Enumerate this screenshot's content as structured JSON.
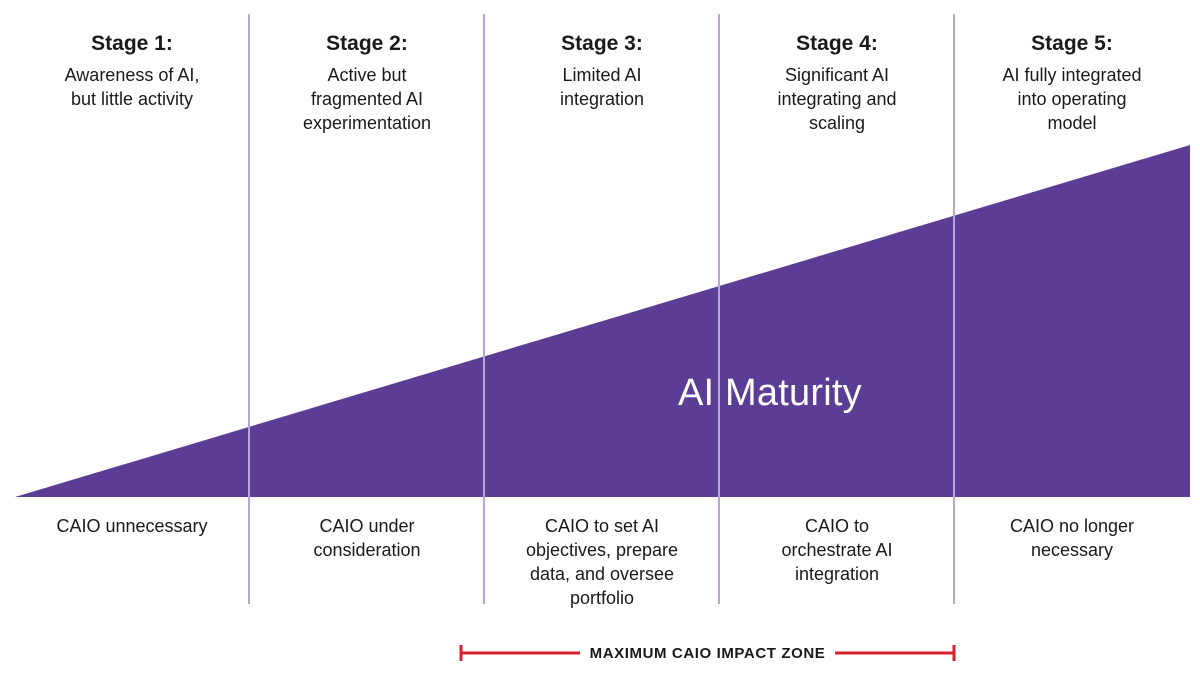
{
  "colors": {
    "maturity_fill": "#5c3d96",
    "divider": "#b6a6d8",
    "zone_line": "#d91f2c",
    "text": "#1a1a1a"
  },
  "stages": [
    {
      "title": "Stage 1:",
      "desc": [
        "Awareness of AI,",
        "but little activity"
      ],
      "caio": [
        "CAIO unnecessary"
      ]
    },
    {
      "title": "Stage 2:",
      "desc": [
        "Active but",
        "fragmented AI",
        "experimentation"
      ],
      "caio": [
        "CAIO under",
        "consideration"
      ]
    },
    {
      "title": "Stage 3:",
      "desc": [
        "Limited AI",
        "integration"
      ],
      "caio": [
        "CAIO to set AI",
        "objectives, prepare",
        "data, and oversee",
        "portfolio"
      ]
    },
    {
      "title": "Stage 4:",
      "desc": [
        "Significant AI",
        "integrating and",
        "scaling"
      ],
      "caio": [
        "CAIO to",
        "orchestrate AI",
        "integration"
      ]
    },
    {
      "title": "Stage 5:",
      "desc": [
        "AI fully integrated",
        "into operating",
        "model"
      ],
      "caio": [
        "CAIO no longer",
        "necessary"
      ]
    }
  ],
  "maturity_label": "AI Maturity",
  "impact_zone_label": "MAXIMUM CAIO IMPACT ZONE"
}
